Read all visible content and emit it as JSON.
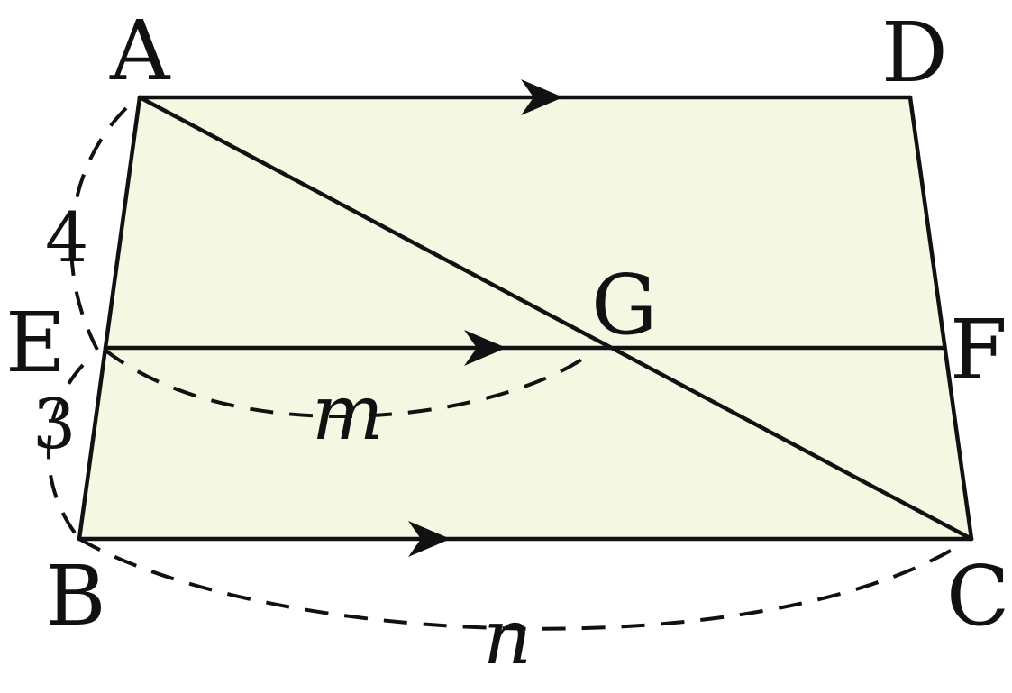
{
  "colors": {
    "fill": "#f4f7e2",
    "stroke": "#111111"
  },
  "points": {
    "A": "A",
    "D": "D",
    "E": "E",
    "F": "F",
    "G": "G",
    "B": "B",
    "C": "C"
  },
  "measures": {
    "AE": "4",
    "EB": "3",
    "EG": "m",
    "BC": "n"
  }
}
